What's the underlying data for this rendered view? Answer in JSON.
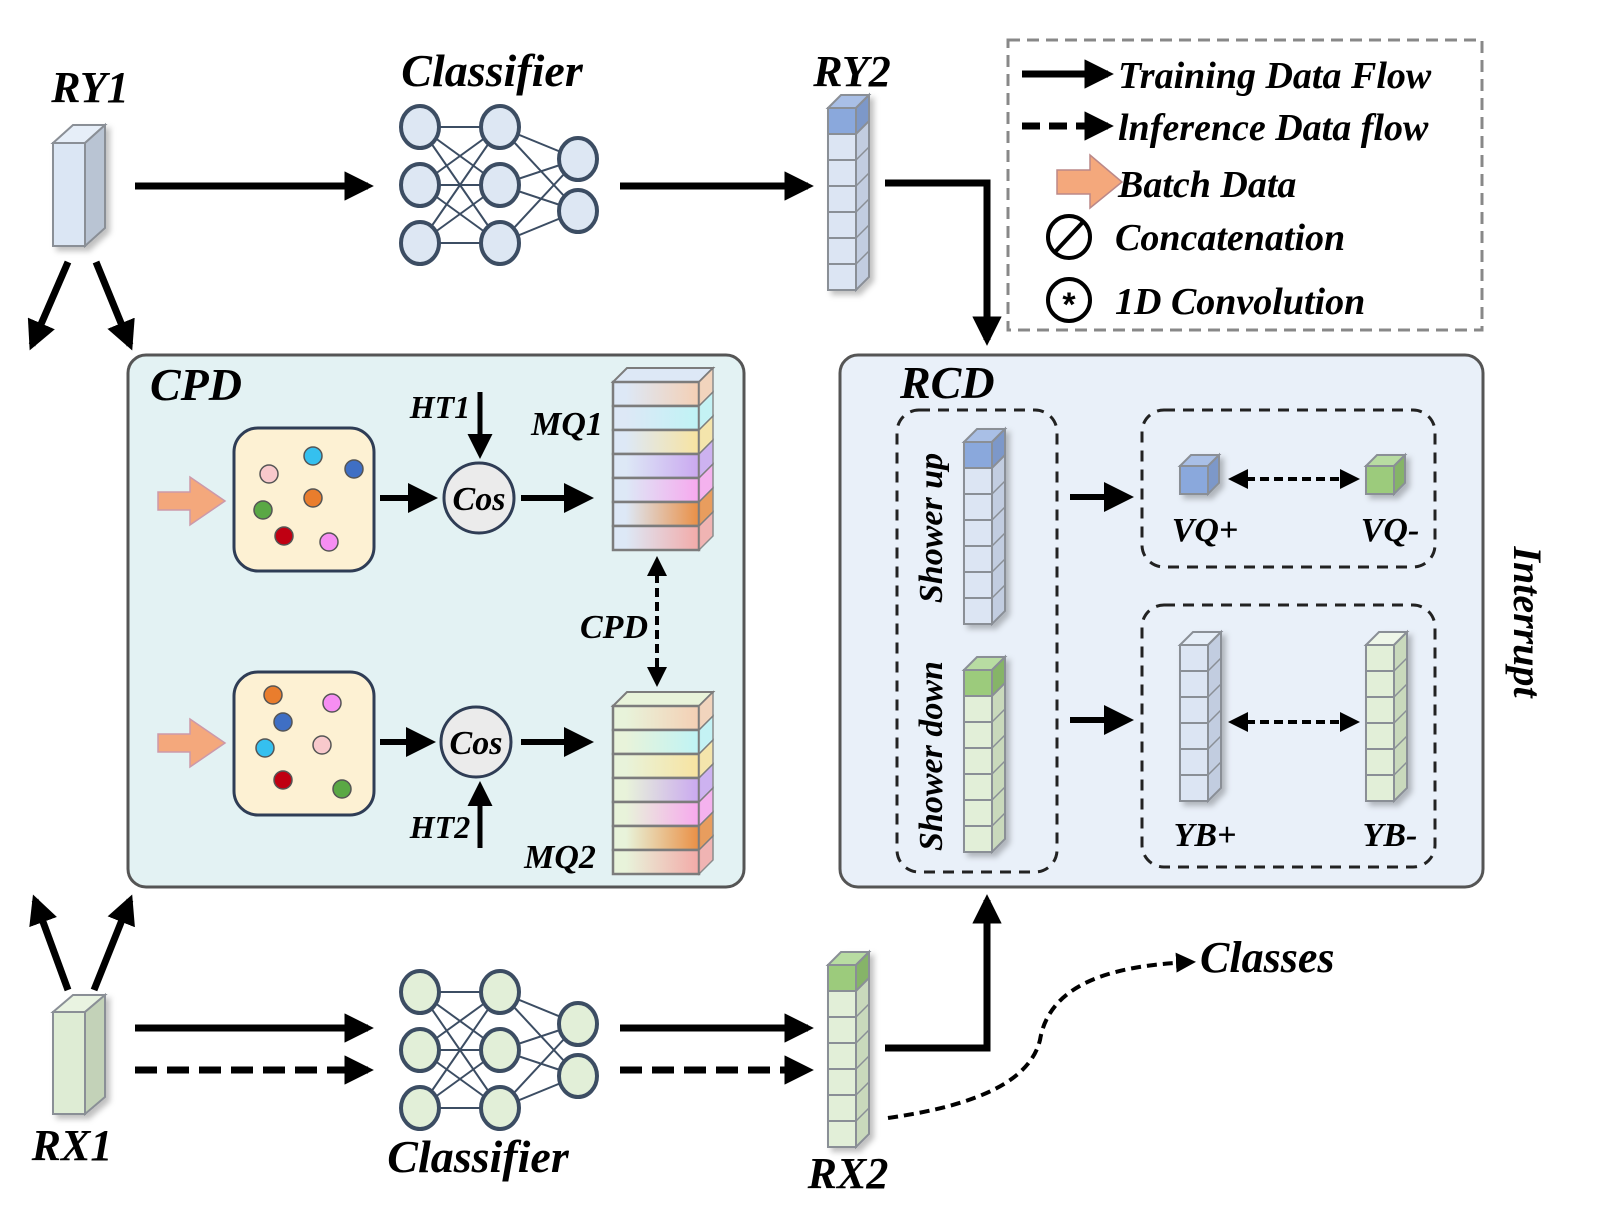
{
  "nodes": {
    "ry1": "RY1",
    "ry2": "RY2",
    "rx1": "RX1",
    "rx2": "RX2",
    "classifier_top": "Classifier",
    "classifier_bottom": "Classifier",
    "classes": "Classes",
    "interrupt": "Interrupt"
  },
  "legend": {
    "items": [
      {
        "icon": "solid-arrow-icon",
        "label": "Training Data Flow"
      },
      {
        "icon": "dashed-arrow-icon",
        "label": "lnference Data flow"
      },
      {
        "icon": "block-arrow-icon",
        "label": "Batch Data"
      },
      {
        "icon": "slashed-circle-icon",
        "label": "Concatenation"
      },
      {
        "icon": "asterisk-circle-icon",
        "label": "1D Convolution"
      }
    ]
  },
  "cpd": {
    "title": "CPD",
    "ht1": "HT1",
    "ht2": "HT2",
    "cos_top": "Cos",
    "cos_bottom": "Cos",
    "mq1": "MQ1",
    "mq2": "MQ2",
    "link_label": "CPD",
    "queue_colors": [
      "#f4cfb4",
      "#bff3f5",
      "#f8e3a0",
      "#caa8f0",
      "#f7a8ee",
      "#ea8f45",
      "#f3aaa8"
    ],
    "batch_top_dots": [
      "#f8c9cc",
      "#35c0ef",
      "#3f6fc4",
      "#5aa845",
      "#e97d2d",
      "#c00012",
      "#f68ef2"
    ],
    "batch_bottom_dots": [
      "#e97d2d",
      "#f68ef2",
      "#3f6fc4",
      "#35c0ef",
      "#f8c9cc",
      "#c00012",
      "#5aa845"
    ]
  },
  "rcd": {
    "title": "RCD",
    "shower_up": "Shower up",
    "shower_down": "Shower down",
    "vq_plus": "VQ+",
    "vq_minus": "VQ-",
    "yb_plus": "YB+",
    "yb_minus": "YB-"
  },
  "colors": {
    "blue_accent": "#8aa8dc",
    "green_accent": "#9ccb7c",
    "cpd_bg": "#e3f2f3",
    "rcd_bg": "#e9f0f9",
    "batch_arrow": "#f4a87c"
  }
}
